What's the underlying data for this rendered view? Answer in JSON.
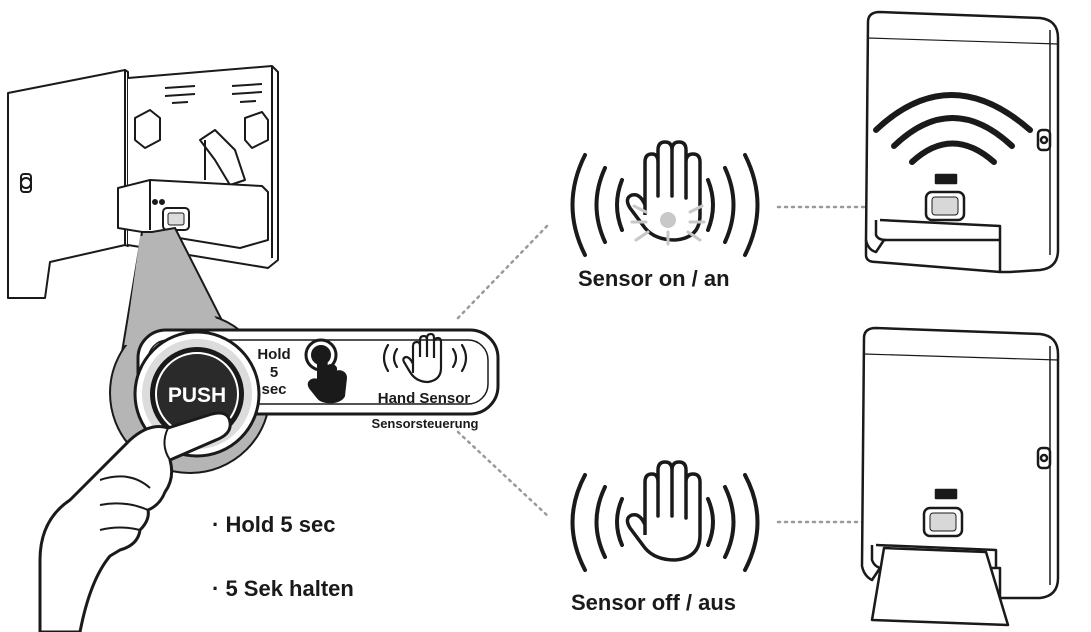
{
  "panel": {
    "push_label": "PUSH",
    "hold_label": "Hold",
    "hold_number": "5",
    "hold_unit": "sec",
    "hand_sensor_label": "Hand Sensor",
    "hand_sensor_sublabel": "Sensorsteuerung"
  },
  "instructions": {
    "english": "· Hold 5 sec",
    "german": "· 5 Sek halten"
  },
  "states": {
    "on": {
      "caption": "Sensor on / an"
    },
    "off": {
      "caption": "Sensor off / aus"
    }
  },
  "colors": {
    "ink": "#1a1a1a",
    "callout_gray": "#b5b5b5",
    "button_ring_gray": "#d0d0d0",
    "dotted_line": "#9a9a9a",
    "dispenser_body": "#ffffff"
  },
  "icons": [
    "hand-icon",
    "wave-icon",
    "finger-press-icon",
    "pointing-hand-icon"
  ]
}
